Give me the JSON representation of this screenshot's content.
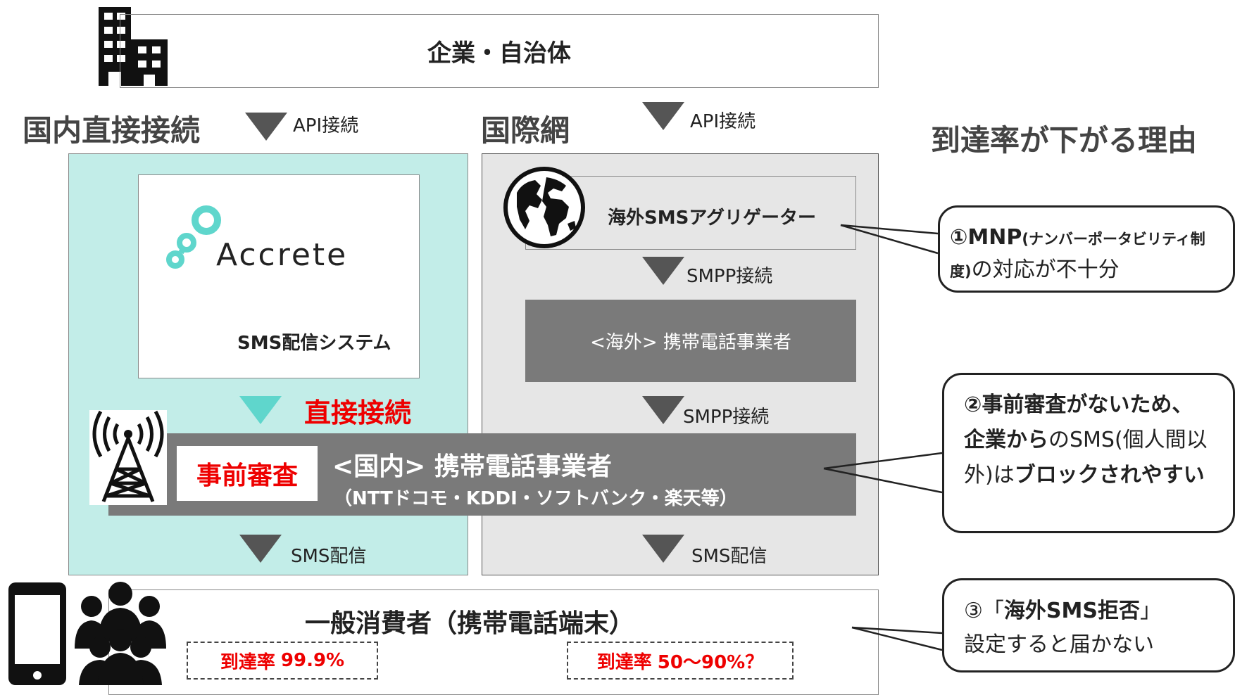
{
  "top": {
    "title": "企業・自治体"
  },
  "left": {
    "heading": "国内直接接続",
    "api_label": "API接続",
    "logo_text": "Accrete",
    "system_label": "SMS配信システム",
    "direct_label": "直接接続",
    "sms_label": "SMS配信",
    "screening_badge": "事前審査"
  },
  "right": {
    "heading": "国際網",
    "api_label": "API接続",
    "aggregator_label": "海外SMSアグリゲーター",
    "smpp1_label": "SMPP接続",
    "overseas_carrier_label": "<海外> 携帯電話事業者",
    "smpp2_label": "SMPP接続",
    "sms_label": "SMS配信"
  },
  "domestic_carrier": {
    "title": "<国内> 携帯電話事業者",
    "subtitle": "（NTTドコモ・KDDI・ソフトバンク・楽天等）"
  },
  "consumer": {
    "title": "一般消費者（携帯電話端末）",
    "rate_left_label": "到達率",
    "rate_left_value": "99.9%",
    "rate_right_label": "到達率",
    "rate_right_value": "50〜90%？"
  },
  "reasons": {
    "heading": "到達率が下がる理由",
    "r1_a": "①MNP",
    "r1_b": "(ナンバーポータビリティ制度)",
    "r1_c": "の対応が不十分",
    "r2_a": "②事前審査がないため、",
    "r2_b": "企業から",
    "r2_c": "のSMS(個人間以外)は",
    "r2_d": "ブロックされやすい",
    "r3_a": "③「",
    "r3_b": "海外SMS拒否",
    "r3_c": "」",
    "r3_d": "設定すると届かない"
  },
  "colors": {
    "left_bg": "#c2ede8",
    "right_bg": "#e6e6e6",
    "gray_bar": "#7a7a7a",
    "accent_red": "#e00000",
    "teal": "#5fd6cc"
  }
}
